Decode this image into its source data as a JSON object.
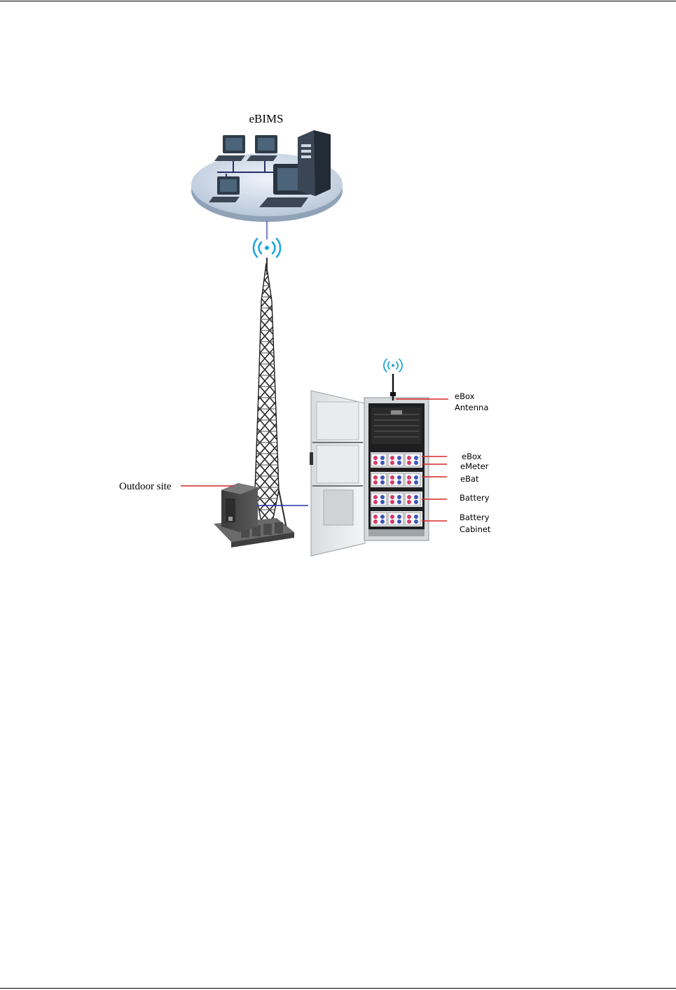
{
  "network": {
    "title": "eBIMS"
  },
  "site": {
    "label": "Outdoor site"
  },
  "cabinet_labels": {
    "ebox_antenna_line1": "eBox",
    "ebox_antenna_line2": "Antenna",
    "ebox": "eBox",
    "emeter": "eMeter",
    "ebat": "eBat",
    "battery": "Battery",
    "battery_cabinet_line1": "Battery",
    "battery_cabinet_line2": "Cabinet"
  },
  "colors": {
    "wireless": "#1fa6dc",
    "callout": "#d9262c",
    "link": "#1f2ea8",
    "platform": "#c9d6e6"
  }
}
